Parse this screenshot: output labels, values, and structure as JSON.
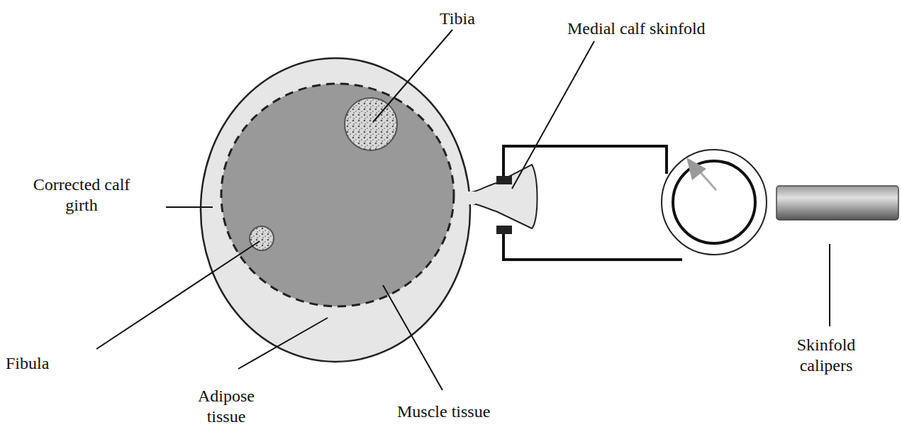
{
  "diagram": {
    "labels": [
      "Tibia",
      "Medial calf skinfold",
      "Corrected calf girth",
      "Fibula",
      "Adipose tissue",
      "Muscle tissue",
      "Skinfold calipers"
    ]
  }
}
